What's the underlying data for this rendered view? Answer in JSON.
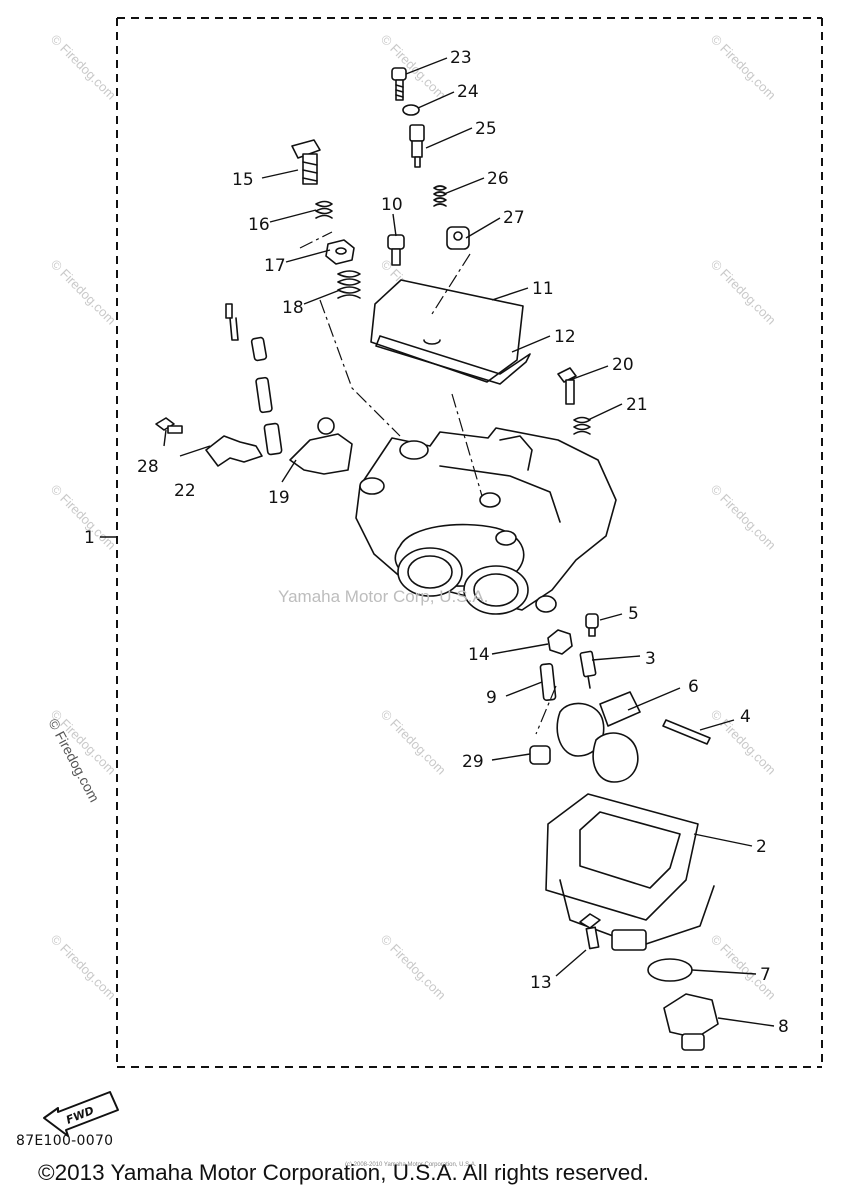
{
  "callouts": [
    {
      "id": "1",
      "label": "1"
    },
    {
      "id": "2",
      "label": "2"
    },
    {
      "id": "3",
      "label": "3"
    },
    {
      "id": "4",
      "label": "4"
    },
    {
      "id": "5",
      "label": "5"
    },
    {
      "id": "6",
      "label": "6"
    },
    {
      "id": "7",
      "label": "7"
    },
    {
      "id": "8",
      "label": "8"
    },
    {
      "id": "9",
      "label": "9"
    },
    {
      "id": "10",
      "label": "10"
    },
    {
      "id": "11",
      "label": "11"
    },
    {
      "id": "12",
      "label": "12"
    },
    {
      "id": "13",
      "label": "13"
    },
    {
      "id": "14",
      "label": "14"
    },
    {
      "id": "15",
      "label": "15"
    },
    {
      "id": "16",
      "label": "16"
    },
    {
      "id": "17",
      "label": "17"
    },
    {
      "id": "18",
      "label": "18"
    },
    {
      "id": "19",
      "label": "19"
    },
    {
      "id": "20",
      "label": "20"
    },
    {
      "id": "21",
      "label": "21"
    },
    {
      "id": "22",
      "label": "22"
    },
    {
      "id": "23",
      "label": "23"
    },
    {
      "id": "24",
      "label": "24"
    },
    {
      "id": "25",
      "label": "25"
    },
    {
      "id": "26",
      "label": "26"
    },
    {
      "id": "27",
      "label": "27"
    },
    {
      "id": "28",
      "label": "28"
    },
    {
      "id": "29",
      "label": "29"
    }
  ],
  "fwd_label": "FWD",
  "watermark_center": "Yamaha Motor Corp, U.S.A.",
  "watermark_site": "© Firedog.com",
  "watermark_side": "© Firedog.com",
  "diagram_code": "87E100-0070",
  "copyright": "©2013 Yamaha Motor Corporation, U.S.A. All rights reserved.",
  "tiny_note": "(c) 2008-2010 Yamaha Motor Corporation, U.S.A."
}
